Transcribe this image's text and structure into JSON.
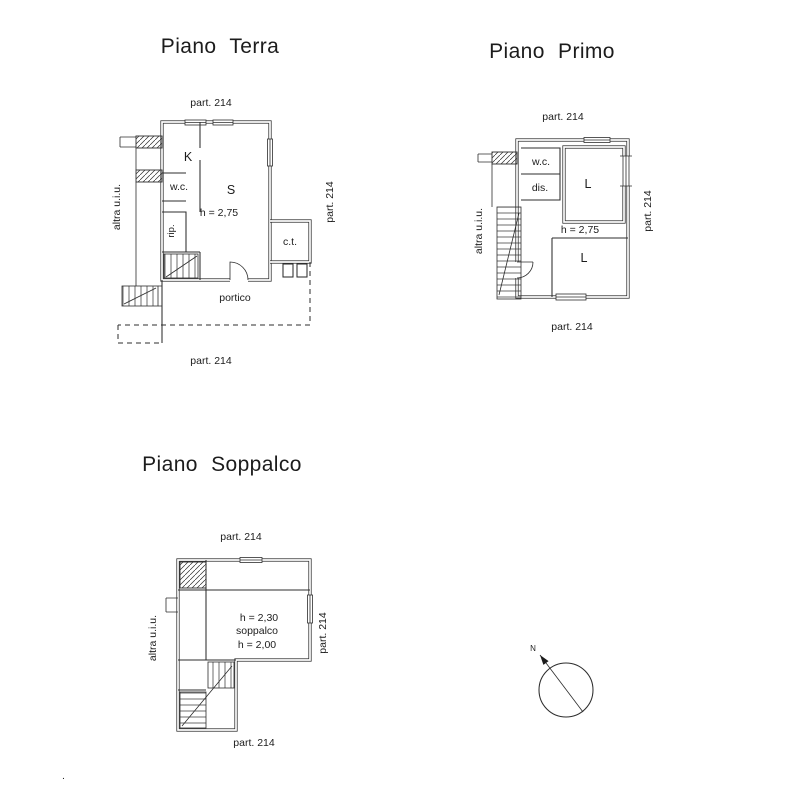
{
  "sheet": {
    "background": "#ffffff",
    "ink": "#2d2d2d",
    "corner_dot": "."
  },
  "plans": {
    "terra": {
      "title": "Piano Terra",
      "part_top": "part. 214",
      "part_right": "part. 214",
      "part_bottom": "part. 214",
      "altra_uiu": "altra u.i.u.",
      "room_k": "K",
      "room_wc": "w.c.",
      "room_s": "S",
      "height_s": "h = 2,75",
      "room_rip": "rip.",
      "room_ct": "c.t.",
      "room_portico": "portico"
    },
    "primo": {
      "title": "Piano Primo",
      "part_top": "part. 214",
      "part_right": "part. 214",
      "part_bottom": "part. 214",
      "altra_uiu": "altra u.i.u.",
      "room_wc": "w.c.",
      "room_dis": "dis.",
      "room_l_upper": "L",
      "height": "h = 2,75",
      "room_l_lower": "L"
    },
    "soppalco": {
      "title": "Piano Soppalco",
      "part_top": "part. 214",
      "part_right": "part. 214",
      "part_bottom": "part. 214",
      "altra_uiu": "altra u.i.u.",
      "height_upper": "h = 2,30",
      "name": "soppalco",
      "height_lower": "h = 2,00"
    }
  },
  "compass": {
    "north": "N"
  }
}
